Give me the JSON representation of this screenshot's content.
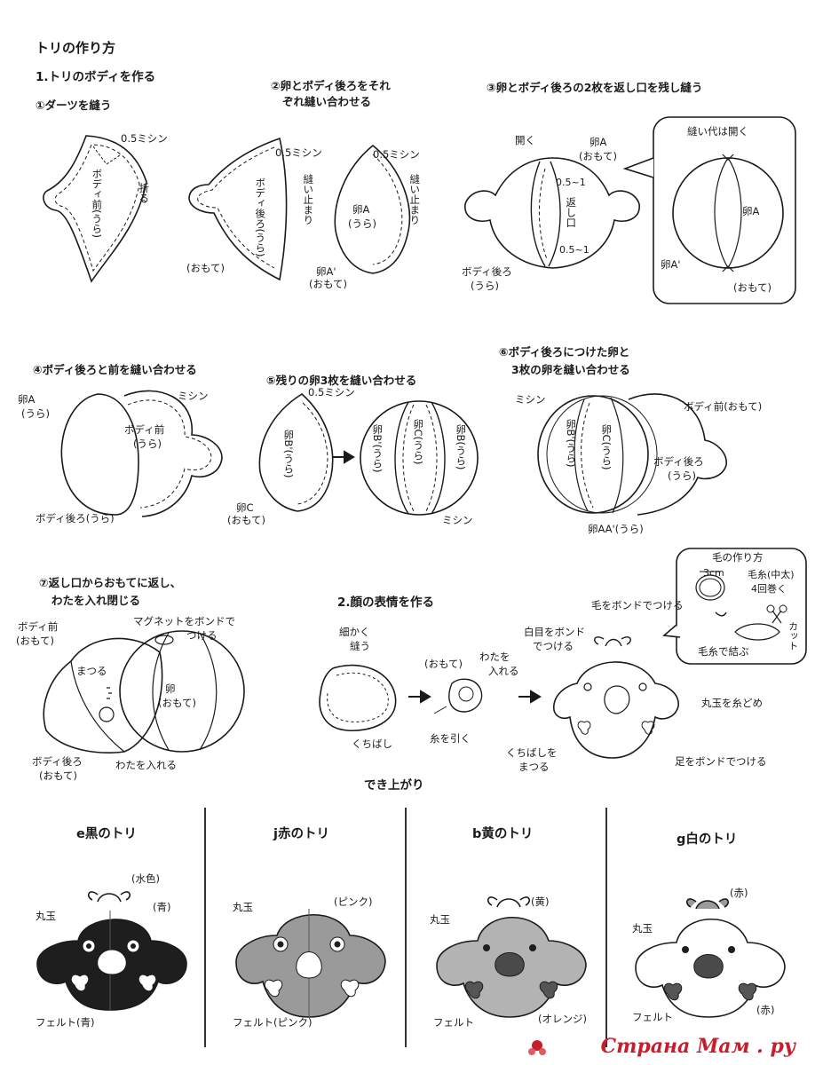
{
  "title": "トリの作り方",
  "section1": {
    "heading": "1.トリのボディを作る",
    "step1": {
      "title": "①ダーツを縫う",
      "label_machine": "0.5ミシン",
      "label_fold": "折る",
      "label_piece": "ボディ前(うら)"
    },
    "step2": {
      "title_l1": "②卵とボディ後ろをそれ",
      "title_l2": "ぞれ縫い合わせる",
      "label_machine1": "0.5ミシン",
      "label_machine2": "0.5ミシン",
      "label_stop1": "縫い止まり",
      "label_stop2": "縫い止まり",
      "label_body_back": "ボディ後ろ(うら)",
      "label_egg_a": "卵A",
      "label_egg_a_ura": "(うら)",
      "label_omote": "(おもて)",
      "label_egg_a2": "卵A'",
      "label_egg_a2_omote": "(おもて)"
    },
    "step3": {
      "title": "③卵とボディ後ろの2枚を返し口を残し縫う",
      "label_open": "開く",
      "label_egg_a": "卵A",
      "label_egg_a_omote": "(おもて)",
      "label_dim1": "0.5~1",
      "label_dim2": "0.5~1",
      "label_opening": "返し口",
      "label_body_back": "ボディ後ろ",
      "label_body_back_ura": "(うら)",
      "bubble_label": "縫い代は開く",
      "bubble_egg_a": "卵A",
      "bubble_egg_a2": "卵A'",
      "bubble_omote": "(おもて)"
    },
    "step4": {
      "title": "④ボディ後ろと前を縫い合わせる",
      "label_egg_a": "卵A",
      "label_egg_a_ura": "(うら)",
      "label_machine": "ミシン",
      "label_body_front": "ボディ前",
      "label_body_front_ura": "(うら)",
      "label_body_back": "ボディ後ろ(うら)"
    },
    "step5": {
      "title": "⑤残りの卵3枚を縫い合わせる",
      "label_machine": "0.5ミシン",
      "label_egg_b2": "卵B'(うら)",
      "label_egg_c": "卵C",
      "label_egg_c_omote": "(おもて)",
      "label_b2": "卵B'(うら)",
      "label_c": "卵C(うら)",
      "label_b": "卵B(うら)",
      "label_machine2": "ミシン"
    },
    "step6": {
      "title_l1": "⑥ボディ後ろにつけた卵と",
      "title_l2": "3枚の卵を縫い合わせる",
      "label_machine": "ミシン",
      "label_body_front": "ボディ前(おもて)",
      "label_b2": "卵B'(うら)",
      "label_c": "卵C(うら)",
      "label_body_back": "ボディ後ろ",
      "label_body_back_ura": "(うら)",
      "label_aa": "卵AA'(うら)"
    },
    "step7": {
      "title_l1": "⑦返し口からおもてに返し、",
      "title_l2": "わたを入れ閉じる",
      "label_body_front": "ボディ前",
      "label_body_front_omote": "(おもて)",
      "label_magnet_l1": "マグネットをボンドで",
      "label_magnet_l2": "つける",
      "label_matsuru": "まつる",
      "label_egg": "卵",
      "label_egg_omote": "(おもて)",
      "label_body_back": "ボディ後ろ",
      "label_body_back_omote": "(おもて)",
      "label_stuff": "わたを入れる"
    }
  },
  "section2": {
    "heading": "2.顔の表情を作る",
    "label_sew_l1": "細かく",
    "label_sew_l2": "縫う",
    "label_omote": "(おもて)",
    "label_stuff_l1": "わたを",
    "label_stuff_l2": "入れる",
    "label_beak": "くちばし",
    "label_pull": "糸を引く",
    "label_eye_l1": "白目をボンド",
    "label_eye_l2": "でつける",
    "label_hair": "毛をボンドでつける",
    "label_bead": "丸玉を糸どめ",
    "label_beak_sew_l1": "くちばしを",
    "label_beak_sew_l2": "まつる",
    "label_feet": "足をボンドでつける",
    "hair_box": {
      "title": "毛の作り方",
      "label_size": "3cm",
      "label_yarn_l1": "毛糸(中太)",
      "label_yarn_l2": "4回巻く",
      "label_cut": "カット",
      "label_tie": "毛糸で結ぶ"
    }
  },
  "finished": {
    "heading": "でき上がり",
    "items": [
      {
        "title": "e黒のトリ",
        "l_bead": "丸玉",
        "l_a": "(水色)",
        "l_b": "(青)",
        "l_felt": "フェルト(青)"
      },
      {
        "title": "j赤のトリ",
        "l_bead": "丸玉",
        "l_a": "(ピンク)",
        "l_felt": "フェルト(ピンク)"
      },
      {
        "title": "b黄のトリ",
        "l_bead": "丸玉",
        "l_a": "(黄)",
        "l_felt": "フェルト",
        "l_b": "(オレンジ)"
      },
      {
        "title": "g白のトリ",
        "l_bead": "丸玉",
        "l_a": "(赤)",
        "l_felt": "フェルト",
        "l_b": "(赤)"
      }
    ]
  },
  "watermark": "Страна Мам . ру",
  "colors": {
    "ink": "#1a1a1a",
    "dark_bird": "#1e1e1e",
    "gray_bird": "#9a9a9a",
    "light_gray_bird": "#b3b3b3",
    "watermark": "#c81e2b"
  }
}
